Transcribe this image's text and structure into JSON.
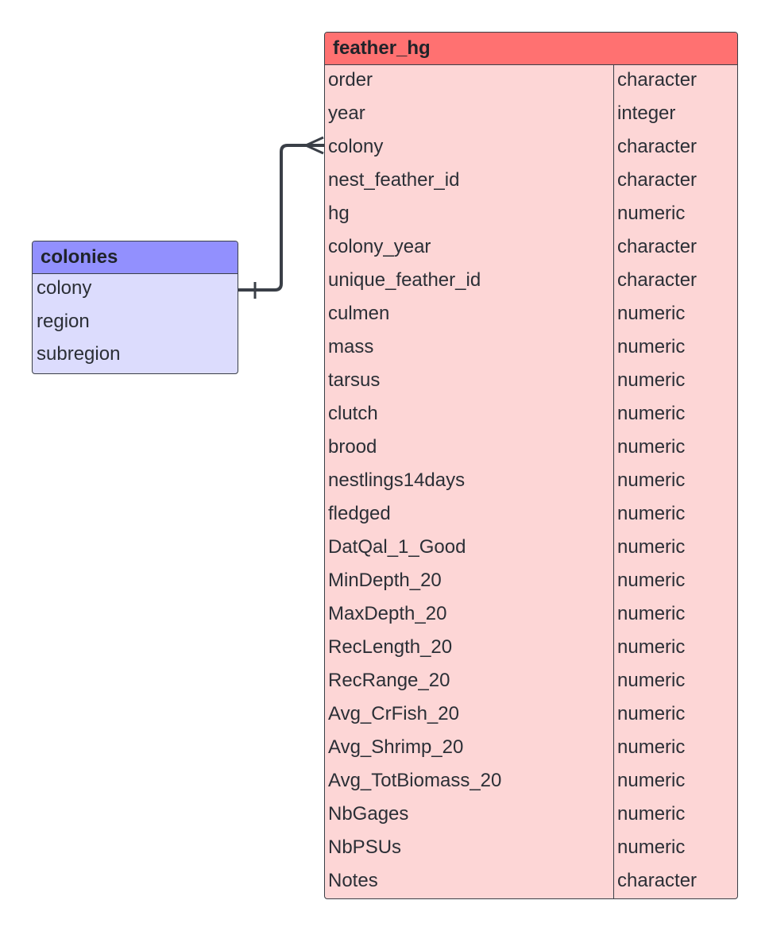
{
  "entities": {
    "colonies": {
      "title": "colonies",
      "header_color": "#9290fe",
      "body_color": "#dcdcfd",
      "fields": [
        "colony",
        "region",
        "subregion"
      ]
    },
    "feather_hg": {
      "title": "feather_hg",
      "header_color": "#ff7171",
      "body_color": "#fdd6d6",
      "fields": [
        {
          "name": "order",
          "type": "character"
        },
        {
          "name": "year",
          "type": "integer"
        },
        {
          "name": "colony",
          "type": "character"
        },
        {
          "name": "nest_feather_id",
          "type": "character"
        },
        {
          "name": "hg",
          "type": "numeric"
        },
        {
          "name": "colony_year",
          "type": "character"
        },
        {
          "name": "unique_feather_id",
          "type": "character"
        },
        {
          "name": "culmen",
          "type": "numeric"
        },
        {
          "name": "mass",
          "type": "numeric"
        },
        {
          "name": "tarsus",
          "type": "numeric"
        },
        {
          "name": "clutch",
          "type": "numeric"
        },
        {
          "name": "brood",
          "type": "numeric"
        },
        {
          "name": "nestlings14days",
          "type": "numeric"
        },
        {
          "name": "fledged",
          "type": "numeric"
        },
        {
          "name": "DatQal_1_Good",
          "type": "numeric"
        },
        {
          "name": "MinDepth_20",
          "type": "numeric"
        },
        {
          "name": "MaxDepth_20",
          "type": "numeric"
        },
        {
          "name": "RecLength_20",
          "type": "numeric"
        },
        {
          "name": "RecRange_20",
          "type": "numeric"
        },
        {
          "name": "Avg_CrFish_20",
          "type": "numeric"
        },
        {
          "name": "Avg_Shrimp_20",
          "type": "numeric"
        },
        {
          "name": "Avg_TotBiomass_20",
          "type": "numeric"
        },
        {
          "name": "NbGages",
          "type": "numeric"
        },
        {
          "name": "NbPSUs",
          "type": "numeric"
        },
        {
          "name": "Notes",
          "type": "character"
        }
      ]
    }
  },
  "relationship": {
    "from": "colonies.colony",
    "to": "feather_hg.colony",
    "from_cardinality": "one",
    "to_cardinality": "many",
    "line_color": "#3a3f47"
  }
}
